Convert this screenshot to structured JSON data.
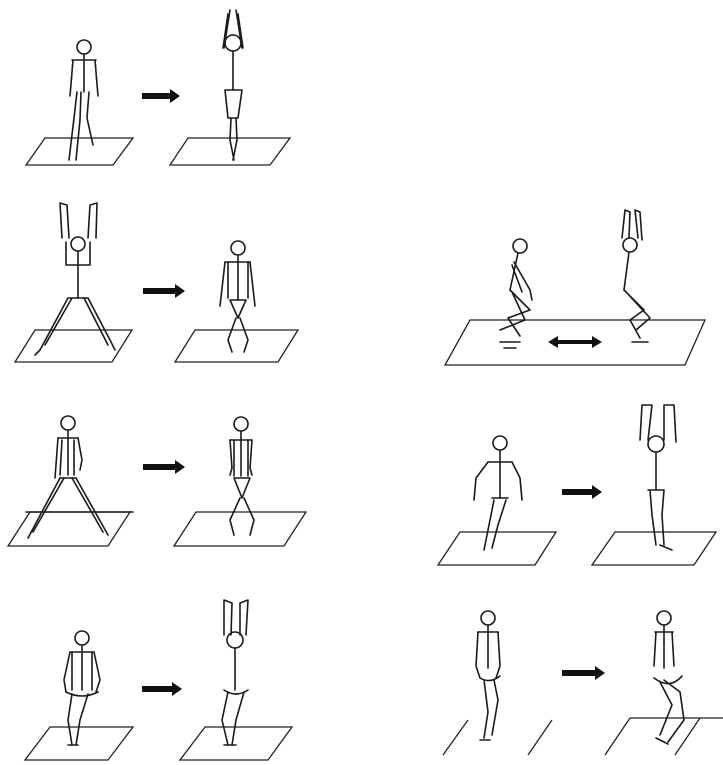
{
  "figure": {
    "kind": "exercise-sequence-illustration",
    "ink_color": "#1a1a1a",
    "background": "#ffffff",
    "panels": [
      {
        "id": "p1",
        "column": "left",
        "row": 1,
        "from_pose": "standing-arms-down",
        "to_pose": "standing-arms-up",
        "transition": "arrow-right"
      },
      {
        "id": "p2",
        "column": "left",
        "row": 2,
        "from_pose": "wide-stance-arms-up",
        "to_pose": "standing-crossed-legs",
        "transition": "arrow-right"
      },
      {
        "id": "p3",
        "column": "left",
        "row": 3,
        "from_pose": "wide-stance-arms-down",
        "to_pose": "standing-crossed-legs",
        "transition": "arrow-right"
      },
      {
        "id": "p4",
        "column": "left",
        "row": 4,
        "from_pose": "knee-bend-arms-down",
        "to_pose": "knee-bend-arms-up",
        "transition": "arrow-right"
      },
      {
        "id": "p5",
        "column": "right",
        "row": 2,
        "from_pose": "squat-arms-forward",
        "to_pose": "squat-arms-up",
        "transition": "double-arrow"
      },
      {
        "id": "p6",
        "column": "right",
        "row": 3,
        "from_pose": "bent-knees-arms-down",
        "to_pose": "bent-knees-arms-up",
        "transition": "arrow-right"
      },
      {
        "id": "p7",
        "column": "right",
        "row": 4,
        "from_pose": "knee-lift-arms-down",
        "to_pose": "knee-lift-side",
        "transition": "arrow-right"
      }
    ]
  }
}
